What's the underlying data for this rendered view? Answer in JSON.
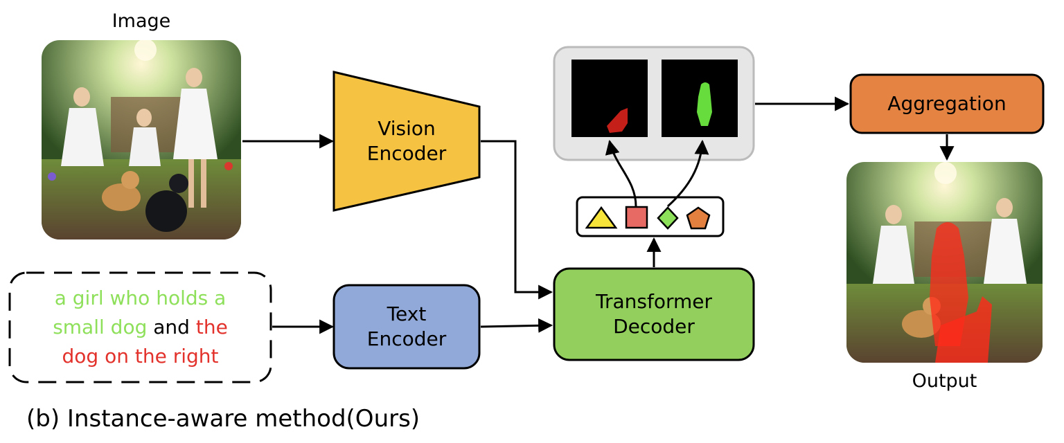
{
  "image_label": "Image",
  "output_label": "Output",
  "vision_encoder": {
    "line1": "Vision",
    "line2": "Encoder"
  },
  "text_encoder": {
    "line1": "Text",
    "line2": "Encoder"
  },
  "transformer_decoder": {
    "line1": "Transformer",
    "line2": "Decoder"
  },
  "aggregation": "Aggregation",
  "query": {
    "part1": "a girl who holds a",
    "part2": "small dog",
    "part3": " and ",
    "part4": "the",
    "part5": "dog on the right"
  },
  "caption": "(b) Instance-aware method(Ours)",
  "colors": {
    "vision_encoder": "#f5c242",
    "text_encoder": "#91a9d8",
    "transformer_decoder": "#92cf5c",
    "aggregation": "#e48342",
    "mask_panel": "#e6e6e6",
    "query_green": "#8ee05a",
    "query_red": "#e2322b"
  },
  "tokens": [
    "triangle-yellow",
    "square-red",
    "diamond-green",
    "pentagon-orange"
  ]
}
